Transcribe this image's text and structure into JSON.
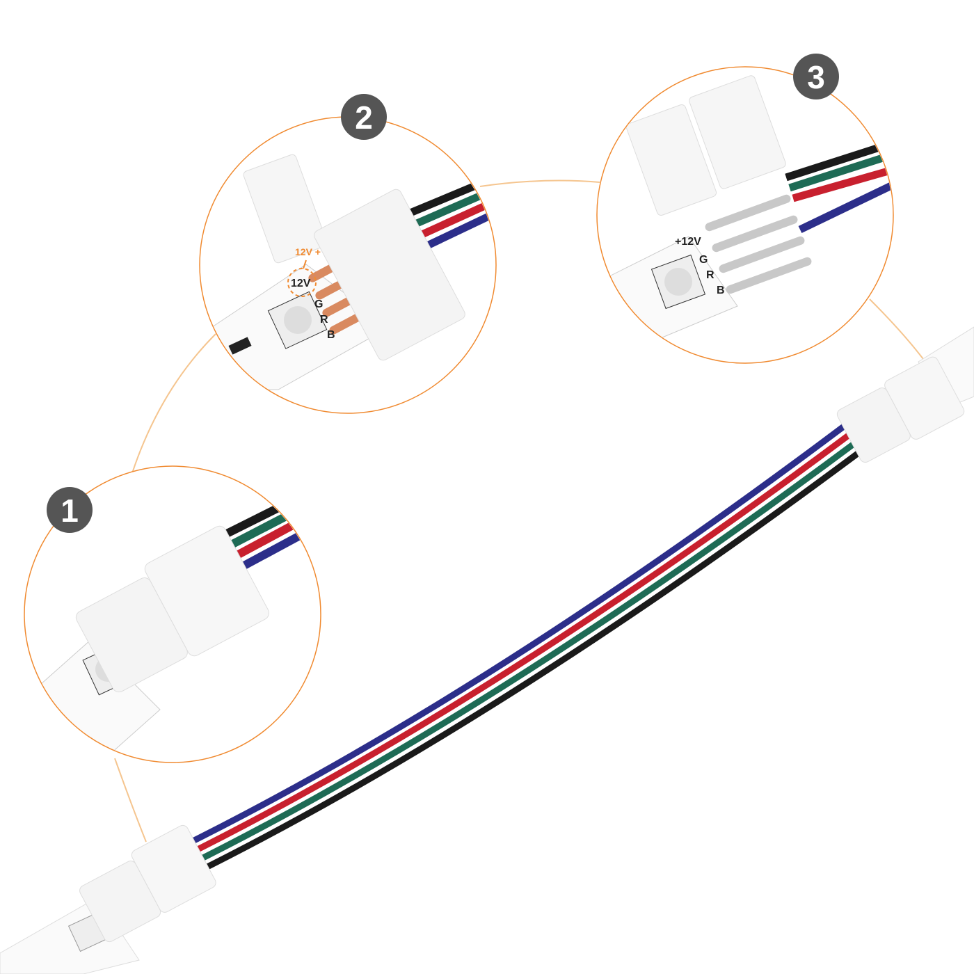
{
  "callouts": [
    {
      "number": "1"
    },
    {
      "number": "2",
      "annotation": "12V +",
      "pin_labels": [
        "12V",
        "G",
        "R",
        "B"
      ]
    },
    {
      "number": "3",
      "pin_labels": [
        "+12V",
        "G",
        "R",
        "B"
      ]
    }
  ],
  "colors": {
    "accent": "#f08a30",
    "badge": "#555555",
    "wire_black": "#1a1a1a",
    "wire_green": "#1e6b55",
    "wire_red": "#c8202e",
    "wire_blue": "#2c2e8a",
    "connector": "#f4f4f4"
  }
}
